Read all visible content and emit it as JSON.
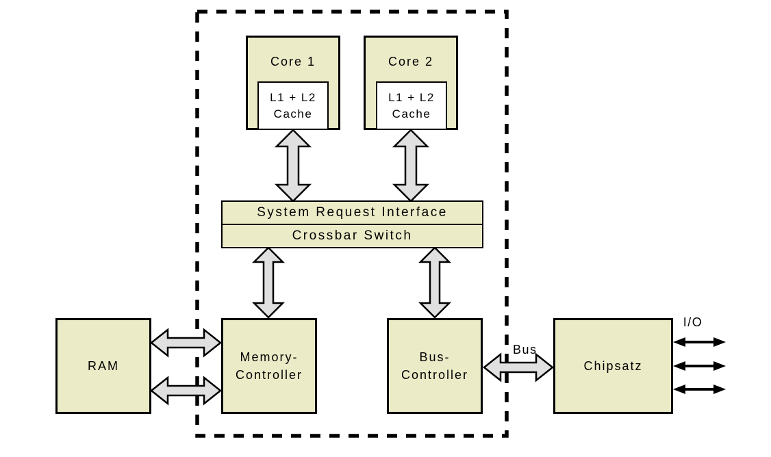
{
  "palette": {
    "background": "#ffffff",
    "box_fill": "#ebebc8",
    "arrow_fill": "#e0e0e0",
    "line_color": "#000000"
  },
  "boxes": {
    "core1": {
      "label": "Core 1"
    },
    "core2": {
      "label": "Core 2"
    },
    "cache1": {
      "lines": [
        "L1 + L2",
        "Cache"
      ]
    },
    "cache2": {
      "lines": [
        "L1 + L2",
        "Cache"
      ]
    },
    "sri": {
      "label": "System Request Interface"
    },
    "crossbar": {
      "label": "Crossbar Switch"
    },
    "ram": {
      "label": "RAM"
    },
    "memory_controller": {
      "lines": [
        "Memory-",
        "Controller"
      ]
    },
    "bus_controller": {
      "lines": [
        "Bus-",
        "Controller"
      ]
    },
    "chipsatz": {
      "label": "Chipsatz"
    }
  },
  "labels": {
    "bus": "Bus",
    "io": "I/O"
  },
  "connections": [
    {
      "from": "L1 + L2 Cache (Core 1)",
      "to": "System Request Interface",
      "arrow": "block-double-arrow"
    },
    {
      "from": "L1 + L2 Cache (Core 2)",
      "to": "System Request Interface",
      "arrow": "block-double-arrow"
    },
    {
      "from": "Crossbar Switch",
      "to": "Memory-Controller",
      "arrow": "block-double-arrow"
    },
    {
      "from": "Crossbar Switch",
      "to": "Bus-Controller",
      "arrow": "block-double-arrow"
    },
    {
      "from": "RAM",
      "to": "Memory-Controller",
      "arrow": "block-double-arrow",
      "count": 2
    },
    {
      "from": "Bus-Controller",
      "to": "Chipsatz",
      "arrow": "block-double-arrow",
      "label": "Bus"
    },
    {
      "from": "Chipsatz",
      "to": "I/O",
      "arrow": "thin-double-arrow",
      "count": 3
    }
  ]
}
